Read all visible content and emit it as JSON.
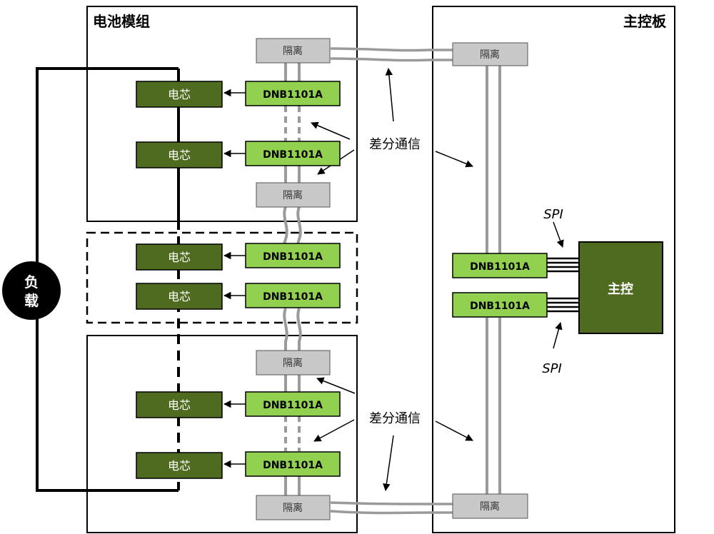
{
  "battery_module": {
    "title": "电池模组"
  },
  "main_board": {
    "title": "主控板"
  },
  "load": {
    "line1": "负",
    "line2": "载"
  },
  "cell_label": "电芯",
  "chip_label": "DNB1101A",
  "isolation_label": "隔离",
  "mcu_label": "主控",
  "diff_comm_label": "差分通信",
  "spi_label": "SPI",
  "colors": {
    "dark_green": "#4e6b20",
    "light_green": "#92d050",
    "grey_box": "#c8c8c8",
    "wire_grey": "#9a9a9a",
    "load_fill": "#000000"
  }
}
